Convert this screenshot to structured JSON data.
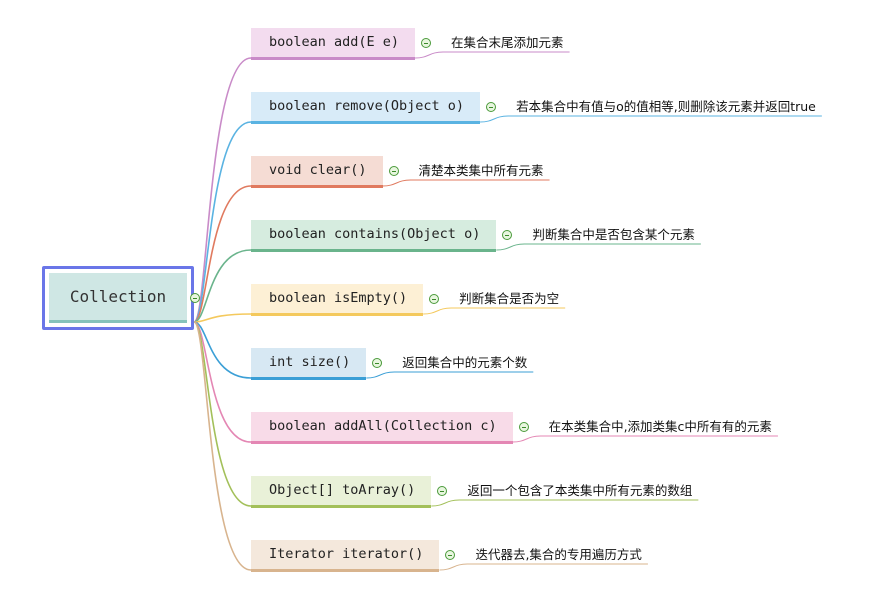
{
  "root": {
    "label": "Collection"
  },
  "branches": [
    {
      "method": "boolean add(E e)",
      "desc": "在集合末尾添加元素",
      "color": "#c98bc8",
      "fill": "#f3dcef"
    },
    {
      "method": "boolean remove(Object o)",
      "desc": "若本集合中有值与o的值相等,则删除该元素并返回true",
      "color": "#5ab3e2",
      "fill": "#d8ebf8"
    },
    {
      "method": "void clear()",
      "desc": "清楚本类集中所有元素",
      "color": "#e07a5f",
      "fill": "#f5dcd4"
    },
    {
      "method": "boolean contains(Object o)",
      "desc": "判断集合中是否包含某个元素",
      "color": "#6ab48c",
      "fill": "#d6ecdf"
    },
    {
      "method": "boolean isEmpty()",
      "desc": "判断集合是否为空",
      "color": "#f4c95d",
      "fill": "#fdf0d5"
    },
    {
      "method": "int size()",
      "desc": "返回集合中的元素个数",
      "color": "#3b9fd6",
      "fill": "#d7e8f3"
    },
    {
      "method": "boolean addAll(Collection c)",
      "desc": "在本类集合中,添加类集c中所有有的元素",
      "color": "#e487b4",
      "fill": "#f8dbe8"
    },
    {
      "method": "Object[] toArray()",
      "desc": "返回一个包含了本类集中所有元素的数组",
      "color": "#a3c05a",
      "fill": "#e9f1d8"
    },
    {
      "method": "Iterator iterator()",
      "desc": "迭代器去,集合的专用遍历方式",
      "color": "#d8b48e",
      "fill": "#f4e8dc"
    }
  ]
}
